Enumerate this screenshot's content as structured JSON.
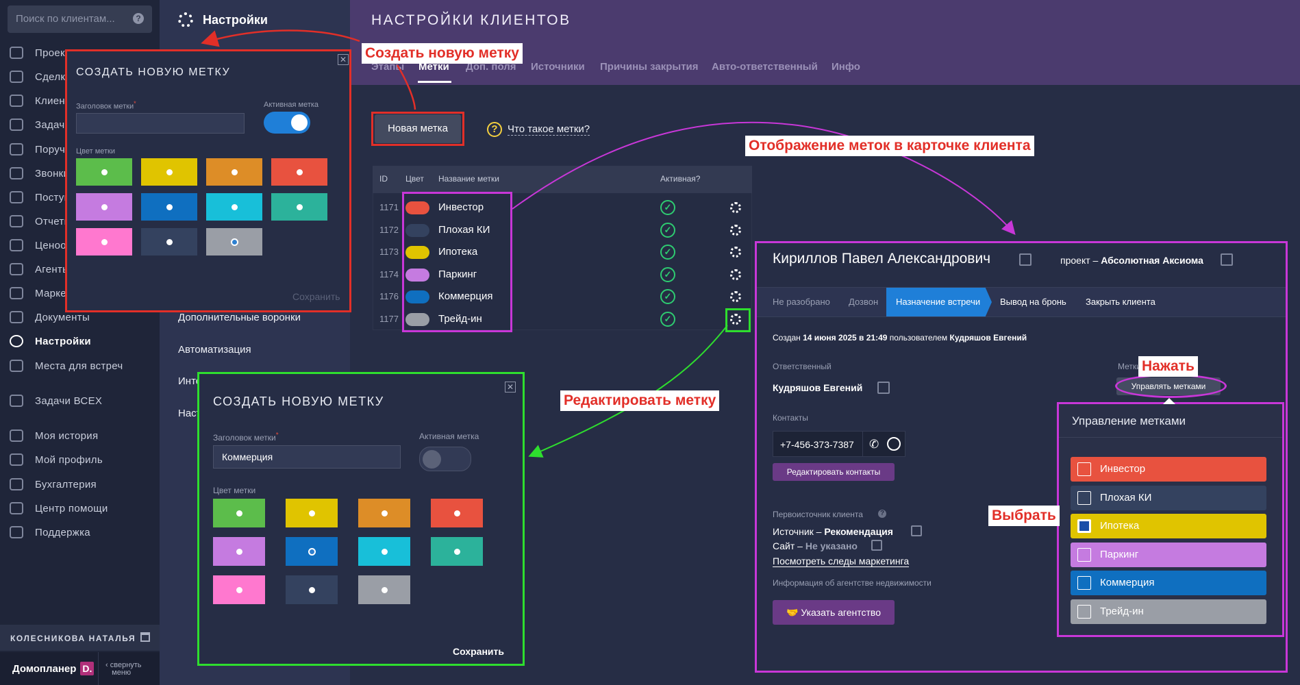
{
  "sidebar": {
    "search_placeholder": "Поиск по клиентам...",
    "search_help": "?",
    "items": [
      {
        "label": "Проекты",
        "icon": "building-icon"
      },
      {
        "label": "Сделки",
        "icon": "deals-icon"
      },
      {
        "label": "Клиенты",
        "icon": "users-icon"
      },
      {
        "label": "Задачи",
        "icon": "tasks-icon"
      },
      {
        "label": "Поручения",
        "icon": "assignments-icon"
      },
      {
        "label": "Звонки",
        "icon": "calls-icon"
      },
      {
        "label": "Поступления",
        "icon": "wallet-icon"
      },
      {
        "label": "Отчеты",
        "icon": "pie-chart-icon"
      },
      {
        "label": "Ценообразование",
        "icon": "coins-icon"
      },
      {
        "label": "Агенты",
        "icon": "agent-icon"
      },
      {
        "label": "Маркетинг",
        "icon": "target-icon"
      },
      {
        "label": "Документы",
        "icon": "documents-icon"
      },
      {
        "label": "Настройки",
        "icon": "gear-icon",
        "active": true
      },
      {
        "label": "Места для встреч",
        "icon": "map-pin-icon"
      },
      {
        "label": "Задачи ВСЕХ",
        "icon": "list-icon"
      },
      {
        "label": "Моя история",
        "icon": "history-icon"
      },
      {
        "label": "Мой профиль",
        "icon": "profile-icon"
      },
      {
        "label": "Бухгалтерия",
        "icon": "accounting-icon"
      },
      {
        "label": "Центр помощи",
        "icon": "help-center-icon"
      },
      {
        "label": "Поддержка",
        "icon": "support-icon"
      }
    ],
    "user_name": "КОЛЕСНИКОВА НАТАЛЬЯ",
    "brand": "Домопланер",
    "brand_logo": "D.",
    "collapse_line1": "свернуть",
    "collapse_line2": "меню"
  },
  "midpanel": {
    "title": "Настройки",
    "links": [
      "Дополнительные воронки",
      "Автоматизация",
      "Интеграции",
      "Настройки"
    ]
  },
  "header": {
    "title": "НАСТРОЙКИ КЛИЕНТОВ",
    "tabs": [
      "Этапы",
      "Метки",
      "Доп. поля",
      "Источники",
      "Причины закрытия",
      "Авто-ответственный",
      "Инфо"
    ],
    "active_tab": "Метки"
  },
  "toolbar": {
    "new_label_button": "Новая метка",
    "what_is_icon": "?",
    "what_is_link": "Что такое метки?"
  },
  "labels_table": {
    "columns": [
      "ID",
      "Цвет",
      "Название метки",
      "Активная?"
    ],
    "rows": [
      {
        "id": "1171",
        "name": "Инвестор",
        "color": "#e8523f",
        "active": true
      },
      {
        "id": "1172",
        "name": "Плохая КИ",
        "color": "#34425f",
        "active": true
      },
      {
        "id": "1173",
        "name": "Ипотека",
        "color": "#e0c400",
        "active": true
      },
      {
        "id": "1174",
        "name": "Паркинг",
        "color": "#c57be0",
        "active": true
      },
      {
        "id": "1176",
        "name": "Коммерция",
        "color": "#0f6fc0",
        "active": true
      },
      {
        "id": "1177",
        "name": "Трейд-ин",
        "color": "#9a9ea6",
        "active": true
      }
    ]
  },
  "palette": [
    "#5cbd4b",
    "#e0c400",
    "#dd8d27",
    "#e8523f",
    "#c57be0",
    "#0f6fc0",
    "#18bfd9",
    "#2cb29b",
    "#ff78cf",
    "#34425f",
    "#9a9ea6"
  ],
  "create_modal": {
    "title": "СОЗДАТЬ НОВУЮ МЕТКУ",
    "close": "✕",
    "title_label": "Заголовок метки",
    "required_mark": "*",
    "title_value": "",
    "active_label": "Активная метка",
    "active": true,
    "color_label": "Цвет метки",
    "selected_color_index": 10,
    "save": "Сохранить"
  },
  "edit_modal": {
    "title": "СОЗДАТЬ НОВУЮ МЕТКУ",
    "close": "✕",
    "title_label": "Заголовок метки",
    "required_mark": "*",
    "title_value": "Коммерция",
    "active_label": "Активная метка",
    "active": false,
    "color_label": "Цвет метки",
    "selected_color_index": 5,
    "save": "Сохранить"
  },
  "client_card": {
    "name": "Кириллов Павел Александрович",
    "project_prefix": "проект –",
    "project_name": "Абсолютная Аксиома",
    "stages": [
      "Не разобрано",
      "Дозвон",
      "Назначение встречи",
      "Вывод на бронь",
      "Закрыть клиента"
    ],
    "active_stage": "Назначение встречи",
    "created_prefix": "Создан",
    "created_date": "14 июня 2025 в 21:49",
    "created_mid": "пользователем",
    "created_user": "Кудряшов Евгений",
    "responsible_label": "Ответственный",
    "responsible_name": "Кудряшов Евгений",
    "labels_label": "Метки",
    "manage_labels_button": "Управлять метками",
    "contacts_label": "Контакты",
    "phone": "+7-456-373-7387",
    "edit_contacts_button": "Редактировать контакты",
    "source_label": "Первоисточник клиента",
    "source_prefix": "Источник –",
    "source_value": "Рекомендация",
    "site_prefix": "Сайт –",
    "site_value": "Не указано",
    "marketing_link": "Посмотреть следы маркетинга",
    "agency_label": "Информация об агентстве недвижимости",
    "agency_button": "Указать агентство"
  },
  "manage_panel": {
    "title": "Управление метками",
    "items": [
      {
        "name": "Инвестор",
        "color": "#e8523f",
        "checked": false
      },
      {
        "name": "Плохая КИ",
        "color": "#34425f",
        "checked": false
      },
      {
        "name": "Ипотека",
        "color": "#e0c400",
        "checked": true
      },
      {
        "name": "Паркинг",
        "color": "#c57be0",
        "checked": false
      },
      {
        "name": "Коммерция",
        "color": "#0f6fc0",
        "checked": false
      },
      {
        "name": "Трейд-ин",
        "color": "#9a9ea6",
        "checked": false
      }
    ]
  },
  "annotations": {
    "create_new": "Создать новую метку",
    "display_in_card": "Отображение меток в карточке клиента",
    "edit_label": "Редактировать метку",
    "press": "Нажать",
    "choose": "Выбрать"
  },
  "colors": {
    "red_annotation": "#e22f28",
    "green_annotation": "#2ede2e",
    "magenta_annotation": "#c837d8",
    "active_stage": "#1f7fd8",
    "purple_button": "#6a3a86"
  }
}
